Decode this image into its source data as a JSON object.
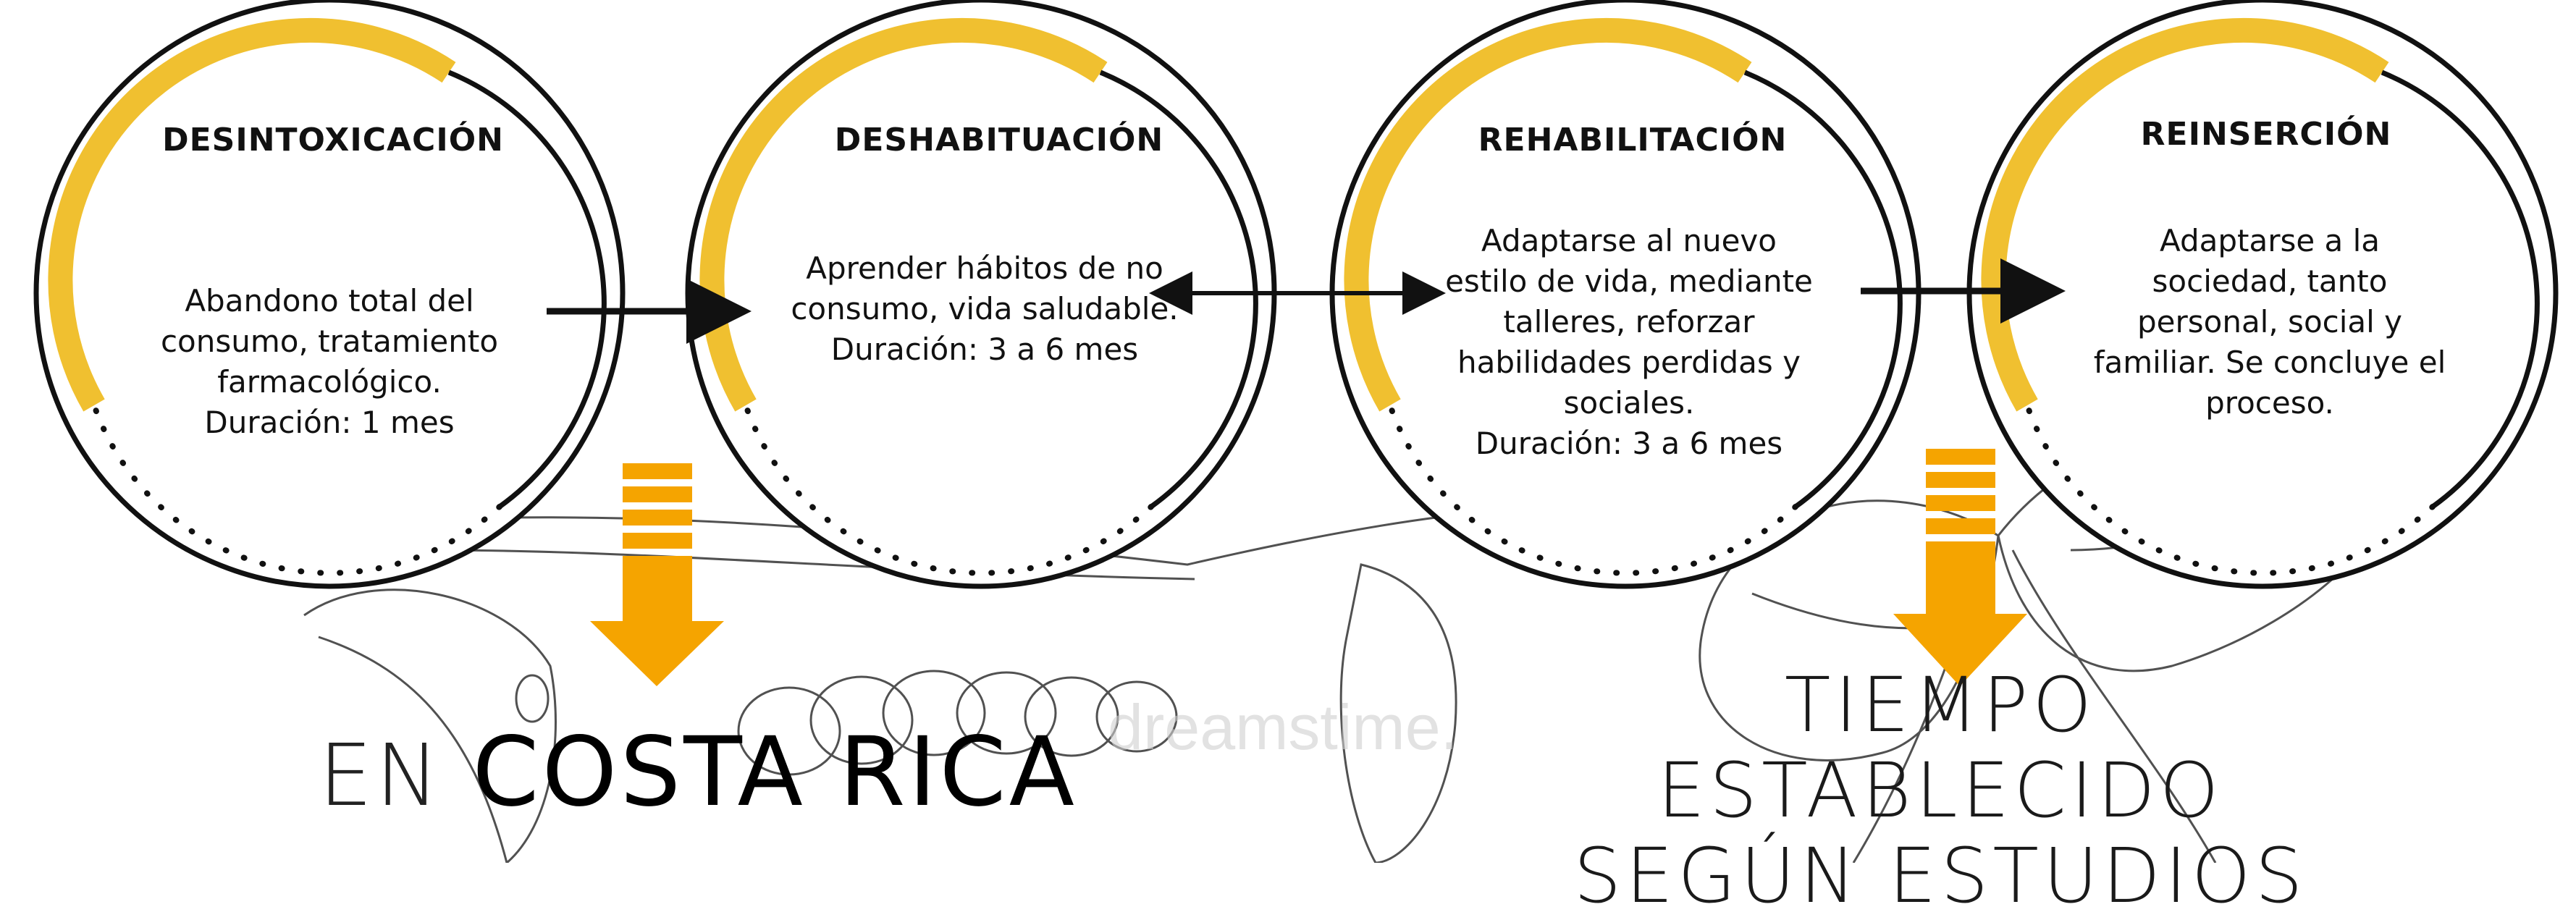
{
  "stages": [
    {
      "title": "DESINTOXICACIÓN",
      "description": "Abandono total del consumo, tratamiento farmacológico.",
      "duration": "Duración: 1 mes"
    },
    {
      "title": "DESHABITUACIÓN",
      "description": "Aprender hábitos de no consumo, vida saludable.",
      "duration": "Duración: 3 a 6 mes"
    },
    {
      "title": "REHABILITACIÓN",
      "description": "Adaptarse al nuevo estilo de vida, mediante talleres, reforzar habilidades perdidas y sociales.",
      "duration": "Duración: 3 a 6 mes"
    },
    {
      "title": "REINSERCIÓN",
      "description": "Adaptarse a la sociedad, tanto personal, social y familiar. Se concluye el proceso.",
      "duration": ""
    }
  ],
  "footer": {
    "left_prefix": "EN",
    "left_emphasis": "COSTA RICA",
    "right_line1": "TIEMPO ESTABLECIDO",
    "right_line2": "SEGÚN ESTUDIOS"
  },
  "watermark": "dreamstime.",
  "colors": {
    "accent": "#f0c030",
    "arrow_orange": "#f5a400",
    "ink": "#111111"
  }
}
